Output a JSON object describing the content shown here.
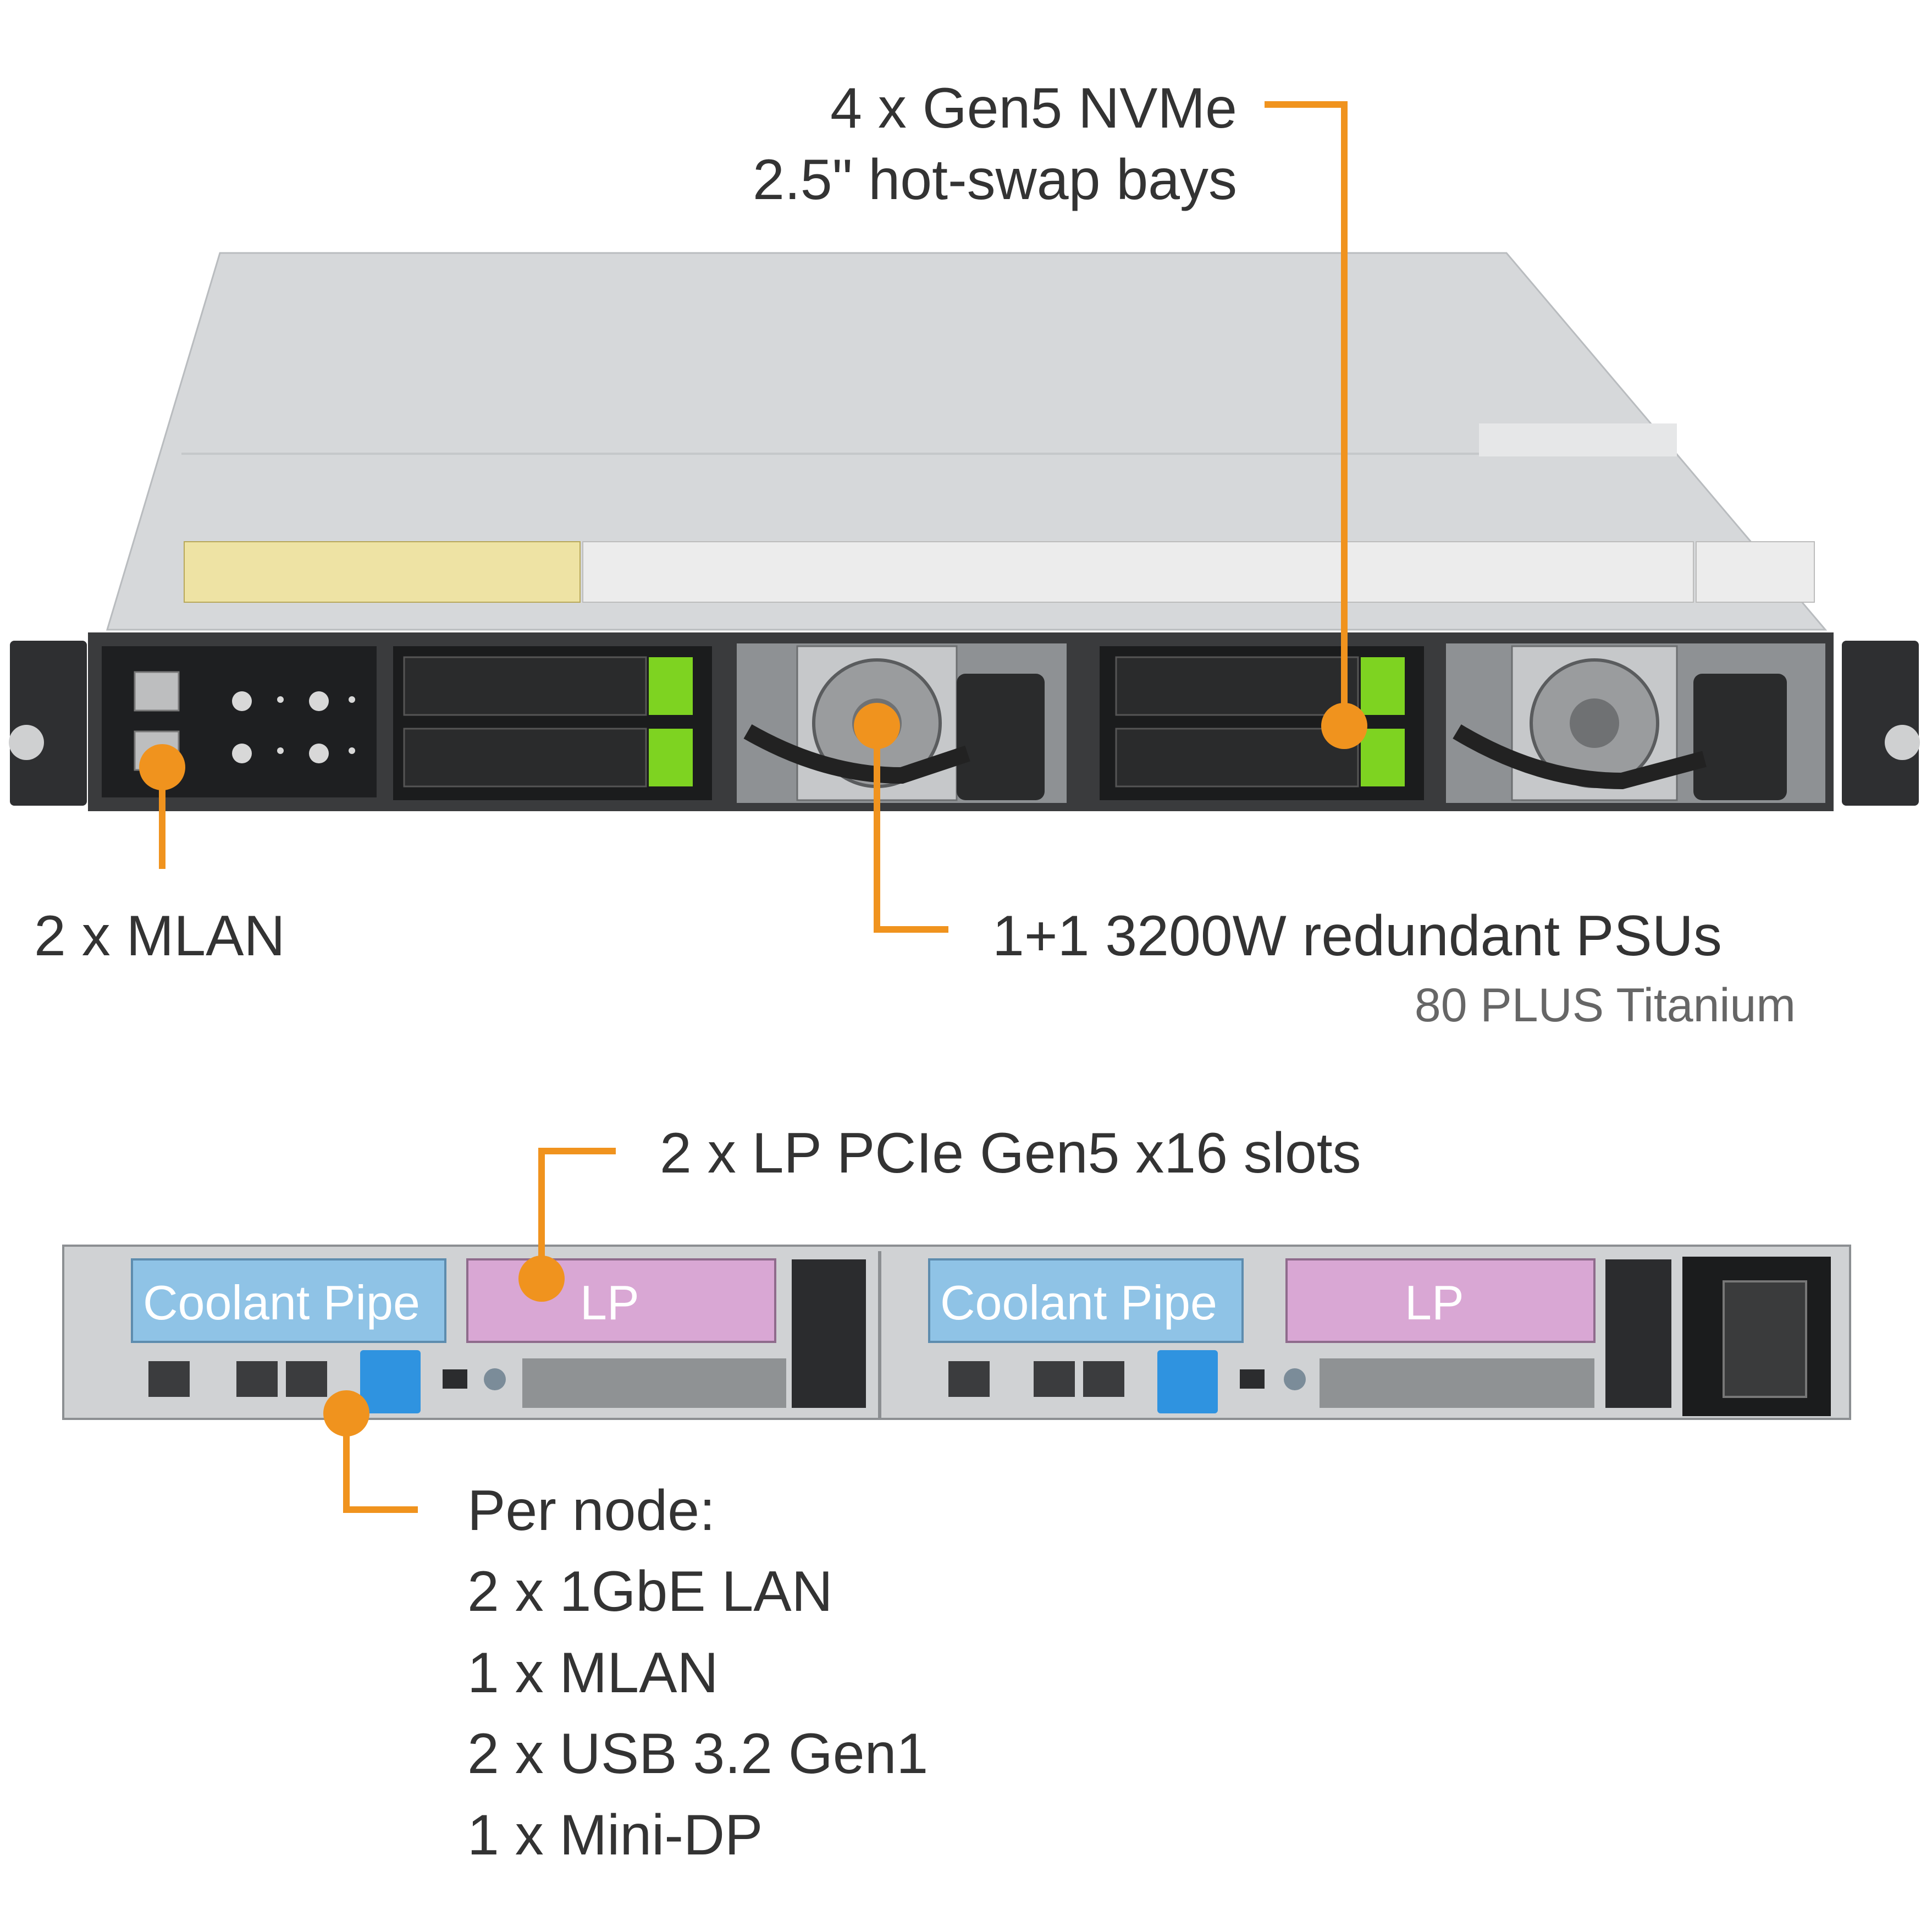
{
  "callouts": {
    "nvme": {
      "line1": "4 x Gen5 NVMe",
      "line2": "2.5\" hot-swap bays"
    },
    "mlan_front": {
      "text": "2 x MLAN"
    },
    "psu": {
      "line1": "1+1 3200W redundant PSUs",
      "line2": "80 PLUS Titanium"
    },
    "pcie": {
      "text": "2 x LP PCIe Gen5 x16 slots"
    },
    "per_node": {
      "heading": "Per node:",
      "items": [
        "2 x 1GbE LAN",
        "1 x MLAN",
        "2 x USB 3.2 Gen1",
        "1 x Mini-DP"
      ]
    }
  },
  "rear_panel": {
    "coolant_label": "Coolant Pipe",
    "lp_label": "LP"
  },
  "colors": {
    "accent_orange": "#f0931e",
    "text_dark": "#333333",
    "text_gray": "#666666",
    "coolant_blue": "#8fc3e6",
    "lp_pink": "#d9a7d4",
    "usb_blue": "#2f93e0"
  }
}
